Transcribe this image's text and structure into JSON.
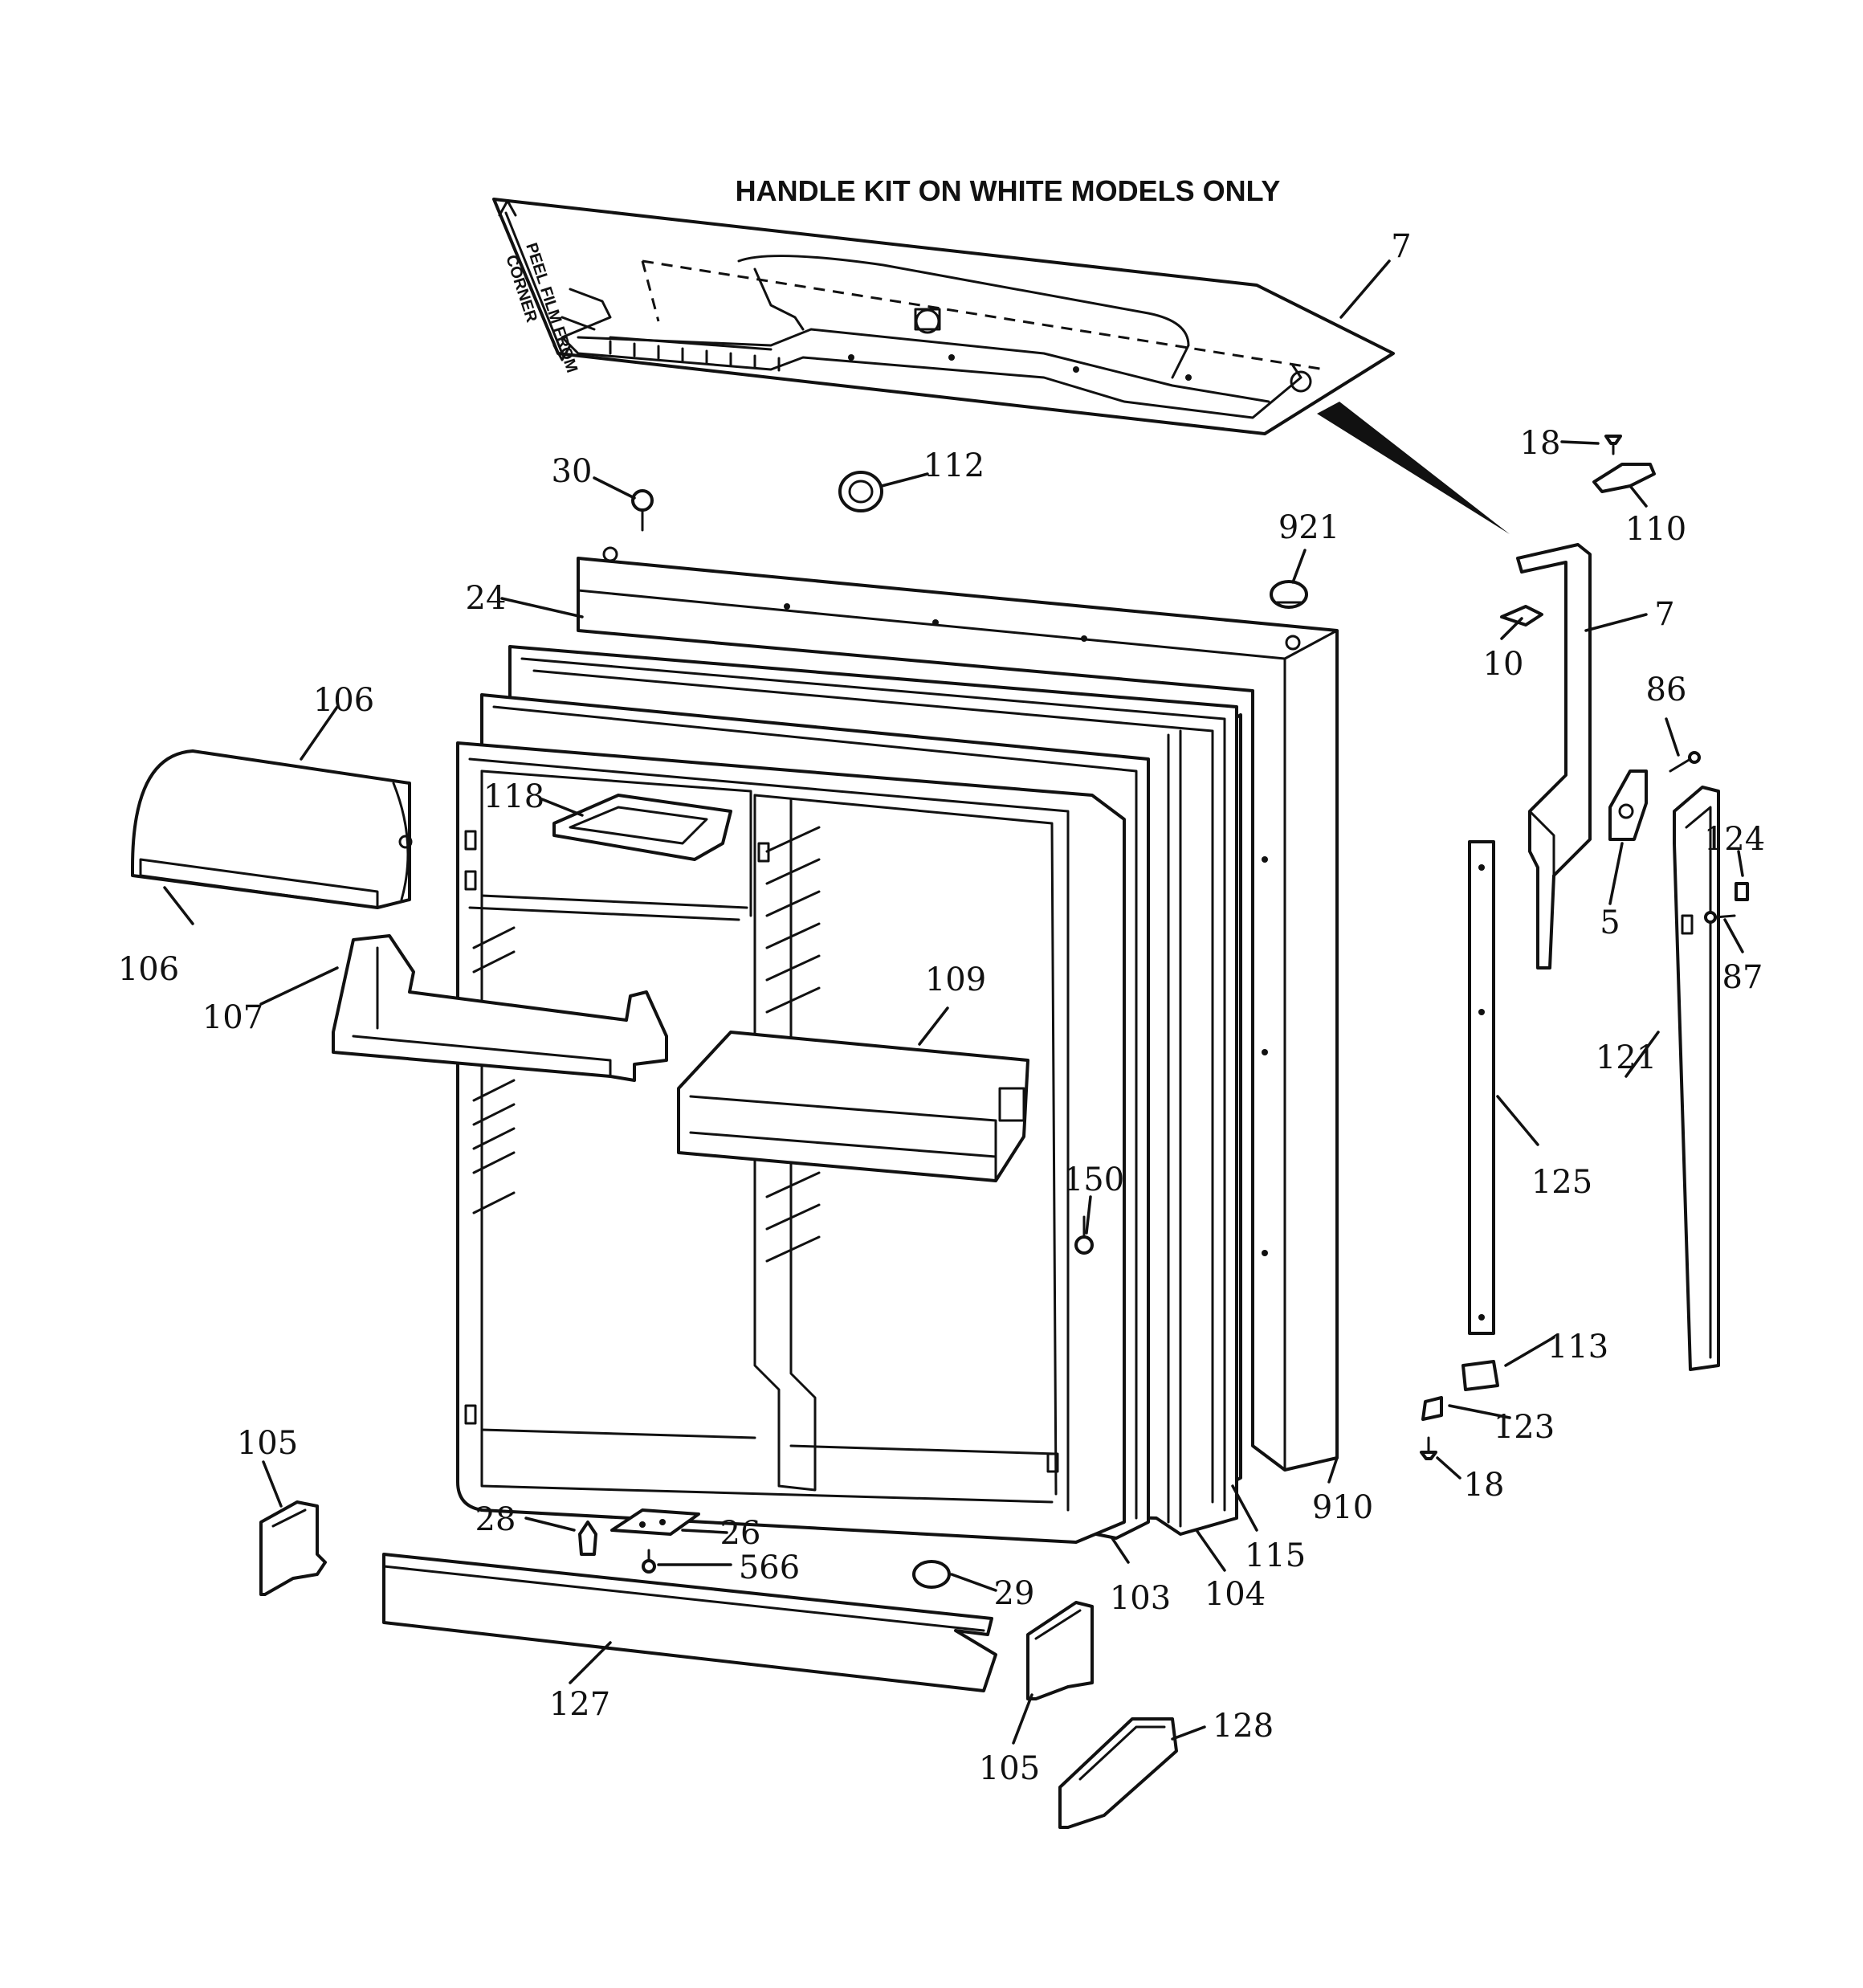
{
  "diagram": {
    "title": "HANDLE KIT ON WHITE MODELS ONLY",
    "film_note_line1": "PEEL FILM FROM",
    "film_note_line2": "CORNER",
    "callouts": [
      {
        "id": "c-7a",
        "label": "7"
      },
      {
        "id": "c-30",
        "label": "30"
      },
      {
        "id": "c-112",
        "label": "112"
      },
      {
        "id": "c-18a",
        "label": "18"
      },
      {
        "id": "c-110",
        "label": "110"
      },
      {
        "id": "c-921",
        "label": "921"
      },
      {
        "id": "c-24",
        "label": "24"
      },
      {
        "id": "c-10",
        "label": "10"
      },
      {
        "id": "c-7b",
        "label": "7"
      },
      {
        "id": "c-106a",
        "label": "106"
      },
      {
        "id": "c-86",
        "label": "86"
      },
      {
        "id": "c-118",
        "label": "118"
      },
      {
        "id": "c-124",
        "label": "124"
      },
      {
        "id": "c-5",
        "label": "5"
      },
      {
        "id": "c-106b",
        "label": "106"
      },
      {
        "id": "c-87",
        "label": "87"
      },
      {
        "id": "c-109",
        "label": "109"
      },
      {
        "id": "c-107",
        "label": "107"
      },
      {
        "id": "c-121",
        "label": "121"
      },
      {
        "id": "c-150",
        "label": "150"
      },
      {
        "id": "c-125",
        "label": "125"
      },
      {
        "id": "c-113",
        "label": "113"
      },
      {
        "id": "c-123",
        "label": "123"
      },
      {
        "id": "c-105a",
        "label": "105"
      },
      {
        "id": "c-18b",
        "label": "18"
      },
      {
        "id": "c-910",
        "label": "910"
      },
      {
        "id": "c-28",
        "label": "28"
      },
      {
        "id": "c-26",
        "label": "26"
      },
      {
        "id": "c-115",
        "label": "115"
      },
      {
        "id": "c-566",
        "label": "566"
      },
      {
        "id": "c-104",
        "label": "104"
      },
      {
        "id": "c-29",
        "label": "29"
      },
      {
        "id": "c-103",
        "label": "103"
      },
      {
        "id": "c-127",
        "label": "127"
      },
      {
        "id": "c-128",
        "label": "128"
      },
      {
        "id": "c-105b",
        "label": "105"
      }
    ]
  }
}
